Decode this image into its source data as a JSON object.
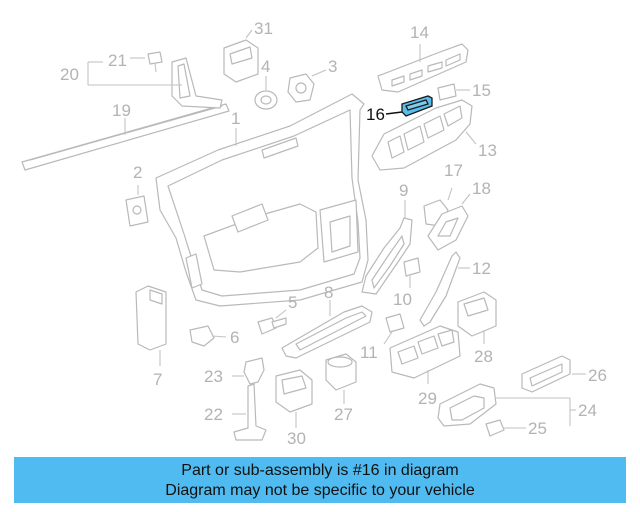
{
  "diagram": {
    "highlighted_part": "16",
    "highlight_color": "#5bbcea",
    "callouts": {
      "c1": "1",
      "c2": "2",
      "c3": "3",
      "c4": "4",
      "c5": "5",
      "c6": "6",
      "c7": "7",
      "c8": "8",
      "c9": "9",
      "c10": "10",
      "c11": "11",
      "c12": "12",
      "c13": "13",
      "c14": "14",
      "c15": "15",
      "c16": "16",
      "c17": "17",
      "c18": "18",
      "c19": "19",
      "c20": "20",
      "c21": "21",
      "c22": "22",
      "c23": "23",
      "c24": "24",
      "c25": "25",
      "c26": "26",
      "c27": "27",
      "c28": "28",
      "c29": "29",
      "c30": "30",
      "c31": "31"
    }
  },
  "banner": {
    "line1": "Part or sub-assembly is #16 in diagram",
    "line2": "Diagram may not be specific to your vehicle",
    "color": "#50bbf0"
  }
}
